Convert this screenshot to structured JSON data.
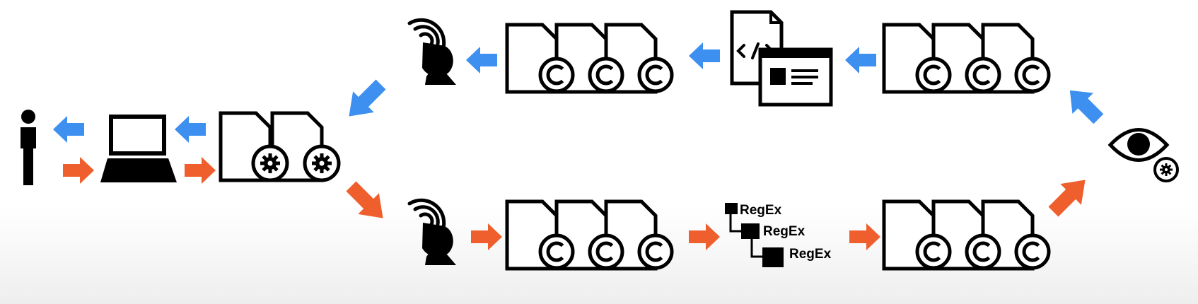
{
  "diagram": {
    "regex_labels": [
      "RegEx",
      "RegEx",
      "RegEx"
    ],
    "colors": {
      "outbound_arrow": "#ee5f2d",
      "return_arrow": "#3d8ff0",
      "ink": "#000000"
    },
    "icons": {
      "user": "person-icon",
      "computer": "laptop-icon",
      "server_docs": "document-gear-icon",
      "satellite": "satellite-dish-icon",
      "copyright_docs": "document-copyright-icon",
      "regex_tree": "regex-tree-icon",
      "monitor": "eye-gear-icon",
      "code_page": "code-webpage-icon"
    }
  }
}
